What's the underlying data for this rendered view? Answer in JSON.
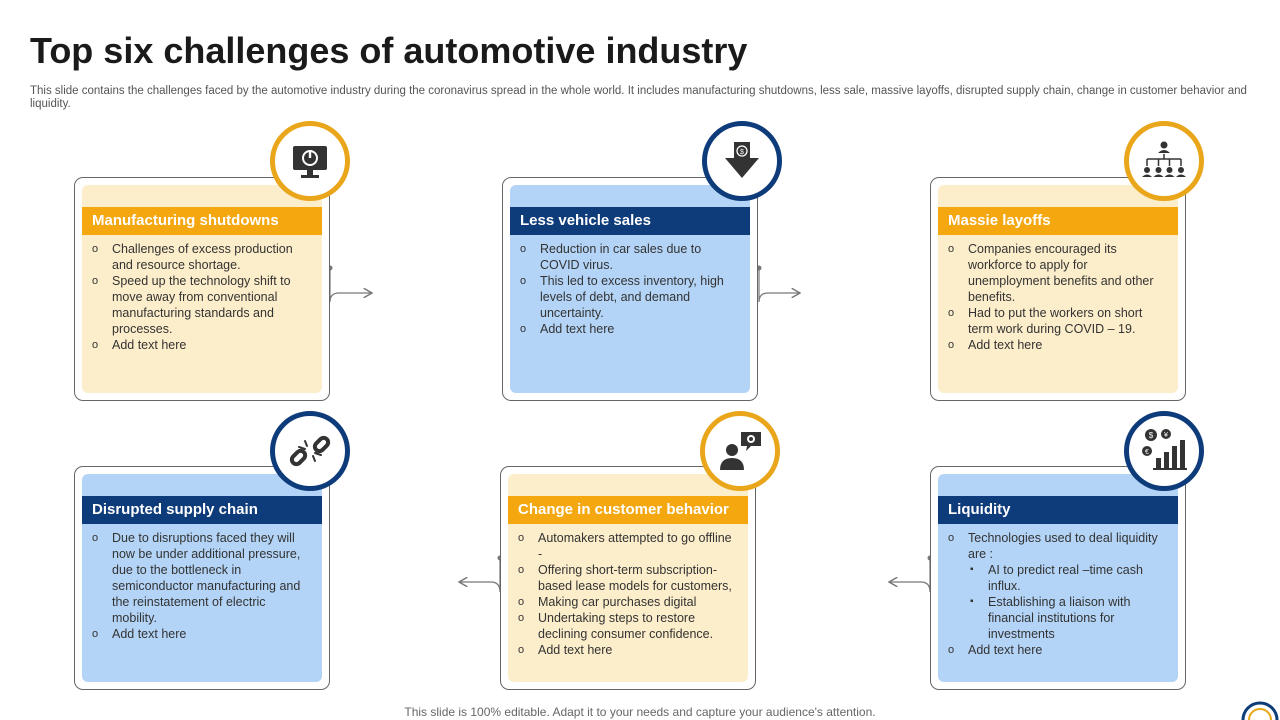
{
  "slide": {
    "title": "Top six challenges of automotive industry",
    "subtitle": "This slide contains the challenges faced by the automotive industry during the coronavirus spread in the whole world. It includes manufacturing shutdowns, less  sale, massive layoffs, disrupted supply chain, change in customer behavior and liquidity.",
    "footer": "This slide is 100% editable. Adapt it to your needs and capture your audience's attention."
  },
  "colors": {
    "gold": "#f4a70f",
    "navy": "#0e3b7a",
    "light_yellow": "#fdeecb",
    "light_blue": "#b3d4f6"
  },
  "cards": [
    {
      "title": "Manufacturing shutdowns",
      "icon": "power-monitor-icon",
      "items": [
        "Challenges of excess production and resource shortage.",
        "Speed up the technology shift to move away from conventional manufacturing standards and processes.",
        "Add text here"
      ]
    },
    {
      "title": "Less vehicle sales",
      "icon": "down-arrow-dollar-icon",
      "items": [
        "Reduction in car sales due to COVID virus.",
        "This led to excess inventory, high levels of debt, and demand uncertainty.",
        "Add text here"
      ]
    },
    {
      "title": "Massie layoffs",
      "icon": "org-chart-icon",
      "items": [
        "Companies encouraged its workforce to apply for unemployment benefits and other benefits.",
        "Had to put the workers on short term work  during COVID – 19.",
        "Add text here"
      ]
    },
    {
      "title": "Disrupted supply chain",
      "icon": "broken-chain-icon",
      "items": [
        "Due to disruptions faced  they will now be  under additional pressure, due to the bottleneck in semiconductor manufacturing and the reinstatement of electric mobility.",
        "Add text here"
      ]
    },
    {
      "title": "Change in customer behavior",
      "icon": "customer-chat-icon",
      "items": [
        "Automakers attempted to go offline -",
        "Offering short-term subscription-based lease models for customers,",
        "Making car purchases digital",
        "Undertaking steps to restore declining consumer confidence.",
        "Add text here"
      ]
    },
    {
      "title": "Liquidity",
      "icon": "currency-chart-icon",
      "lead": "Technologies used to deal liquidity are :",
      "subitems": [
        "AI to predict real –time cash influx.",
        "Establishing a liaison with financial institutions for investments"
      ],
      "items": [
        "Add text here"
      ]
    }
  ]
}
